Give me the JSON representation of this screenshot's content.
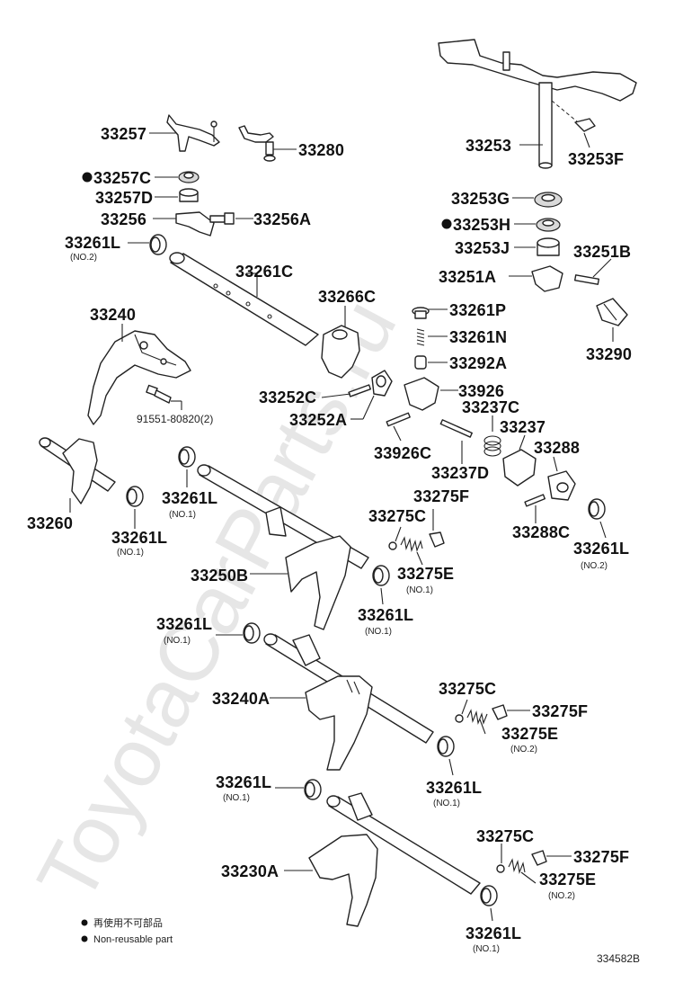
{
  "watermark": "ToyotaCarParts.ru",
  "diagram_code": "334582B",
  "legend": {
    "jp_text": "再使用不可部品",
    "en_text": "Non-reusable part"
  },
  "labels": {
    "p33257": "33257",
    "p33280": "33280",
    "p33257C": "33257C",
    "p33257D": "33257D",
    "p33256": "33256",
    "p33256A": "33256A",
    "p33261L_a": "33261L",
    "p33261L_a_sub": "(NO.2)",
    "p33261C": "33261C",
    "p33240": "33240",
    "p33266C": "33266C",
    "p33252C": "33252C",
    "p33252A": "33252A",
    "p91551": "91551-80820(2)",
    "p33253": "33253",
    "p33253F": "33253F",
    "p33253G": "33253G",
    "p33253H": "33253H",
    "p33253J": "33253J",
    "p33251B": "33251B",
    "p33251A": "33251A",
    "p33261P": "33261P",
    "p33261N": "33261N",
    "p33292A": "33292A",
    "p33290": "33290",
    "p33926": "33926",
    "p33237C": "33237C",
    "p33237": "33237",
    "p33926C": "33926C",
    "p33237D": "33237D",
    "p33288": "33288",
    "p33288C": "33288C",
    "p33261L_b": "33261L",
    "p33261L_b_sub": "(NO.2)",
    "p33260": "33260",
    "p33261L_c": "33261L",
    "p33261L_c_sub": "(NO.1)",
    "p33261L_d": "33261L",
    "p33261L_d_sub": "(NO.1)",
    "p33275F_a": "33275F",
    "p33275C_a": "33275C",
    "p33275E_a": "33275E",
    "p33275E_a_sub": "(NO.1)",
    "p33250B": "33250B",
    "p33261L_e": "33261L",
    "p33261L_e_sub": "(NO.1)",
    "p33261L_f": "33261L",
    "p33261L_f_sub": "(NO.1)",
    "p33240A": "33240A",
    "p33275C_b": "33275C",
    "p33275F_b": "33275F",
    "p33275E_b": "33275E",
    "p33275E_b_sub": "(NO.2)",
    "p33261L_g": "33261L",
    "p33261L_g_sub": "(NO.1)",
    "p33261L_h": "33261L",
    "p33261L_h_sub": "(NO.1)",
    "p33230A": "33230A",
    "p33275C_c": "33275C",
    "p33275F_c": "33275F",
    "p33275E_c": "33275E",
    "p33275E_c_sub": "(NO.2)",
    "p33261L_i": "33261L",
    "p33261L_i_sub": "(NO.1)"
  }
}
